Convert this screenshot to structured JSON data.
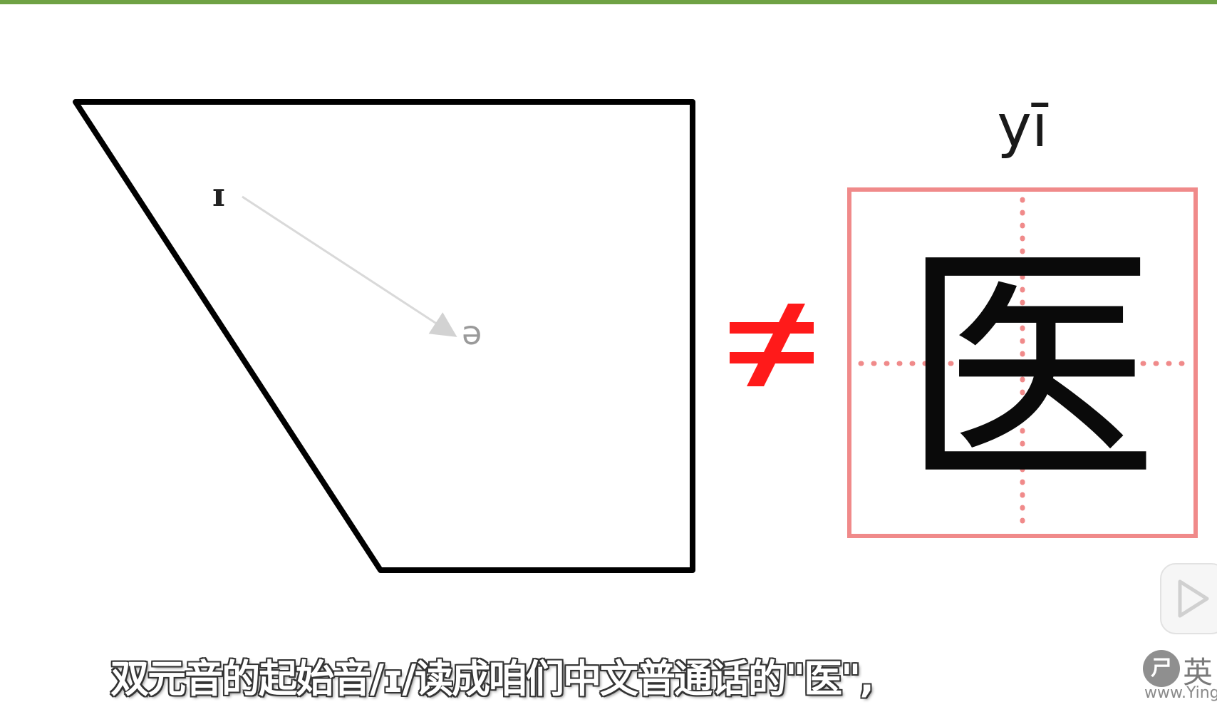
{
  "vowel_chart": {
    "start_symbol": "ɪ",
    "end_symbol": "ə"
  },
  "comparison": {
    "symbol": "≠",
    "color": "#ff1a1a"
  },
  "character": {
    "pinyin": "yī",
    "hanzi": "医",
    "grid_color": "#f08a8a"
  },
  "subtitle": {
    "text": "双元音的起始音/ɪ/读成咱们中文普通话的\"医\","
  },
  "watermark": {
    "brand_char": "英",
    "url": "www.YingY"
  },
  "colors": {
    "top_bar": "#6fa244",
    "outline": "#000000",
    "arrow": "#d9d9d9"
  }
}
